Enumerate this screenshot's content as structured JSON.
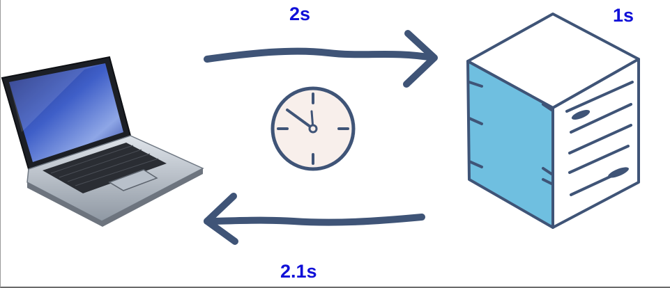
{
  "labels": {
    "request_time": "2s",
    "server_time": "1s",
    "response_time": "2.1s"
  },
  "colors": {
    "label": "#1010d8",
    "stroke": "#3f5477",
    "server_side": "#6fbfe0",
    "clock_face": "#f8efeb"
  },
  "icons": {
    "client": "laptop-icon",
    "server": "server-icon",
    "latency": "clock-icon"
  }
}
